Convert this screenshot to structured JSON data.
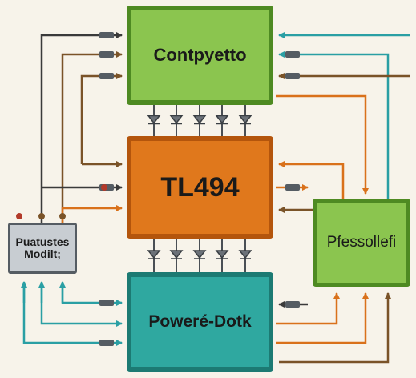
{
  "blocks": {
    "top": {
      "label": "Contpyetto"
    },
    "middle": {
      "label": "TL494"
    },
    "bottom": {
      "label": "Poweré-Dotk"
    },
    "right": {
      "label": "Pfessollefi"
    },
    "left": {
      "label": "Puatustes Modilt;"
    }
  },
  "colors": {
    "green_fill": "#8bc54f",
    "green_border": "#4e8a22",
    "orange_fill": "#e0781c",
    "orange_border": "#b4550c",
    "teal_fill": "#2fa8a0",
    "teal_border": "#1c7a73",
    "chip_fill": "#c8cdd2",
    "background": "#f7f3ea",
    "wire_brown": "#7a5328",
    "wire_orange": "#d9711b",
    "wire_teal": "#2a9fa4",
    "wire_dark": "#3a3a3a"
  }
}
